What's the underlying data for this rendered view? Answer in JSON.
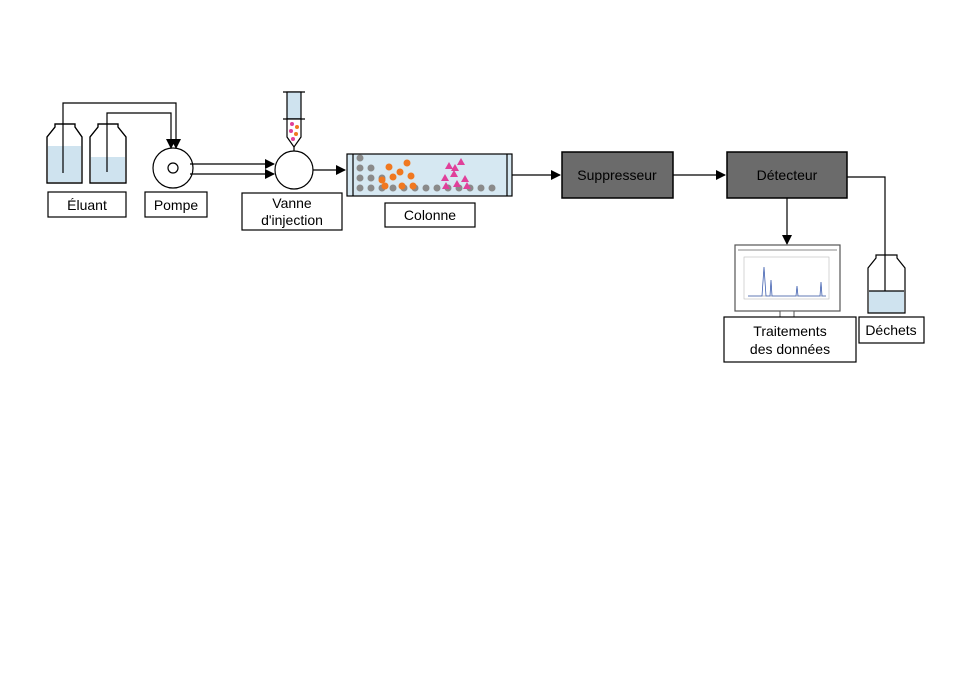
{
  "labels": {
    "eluant": "Éluant",
    "pump": "Pompe",
    "valve_line1": "Vanne",
    "valve_line2": "d'injection",
    "column": "Colonne",
    "suppressor": "Suppresseur",
    "detector": "Détecteur",
    "data_line1": "Traitements",
    "data_line2": "des données",
    "waste": "Déchets"
  },
  "colors": {
    "liquid": "#cfe3ef",
    "box_dark": "#6b6b6b",
    "particle_gray": "#8a8a8a",
    "particle_orange": "#f07820",
    "particle_pink": "#e0409a"
  }
}
